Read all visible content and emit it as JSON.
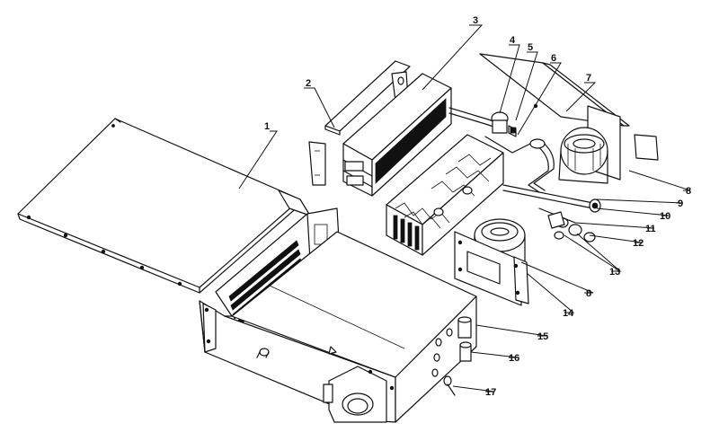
{
  "callouts": [
    "1",
    "2",
    "3",
    "4",
    "5",
    "6",
    "7",
    "8",
    "9",
    "10",
    "11",
    "12",
    "13",
    "8",
    "14",
    "15",
    "16",
    "17"
  ],
  "parts": {
    "cover": "cover-panel",
    "base": "base-housing",
    "heater_core": "heater-core",
    "evaporator": "evaporator-core",
    "blower_right": "blower-fan-right",
    "blower_center": "blower-fan-center"
  }
}
